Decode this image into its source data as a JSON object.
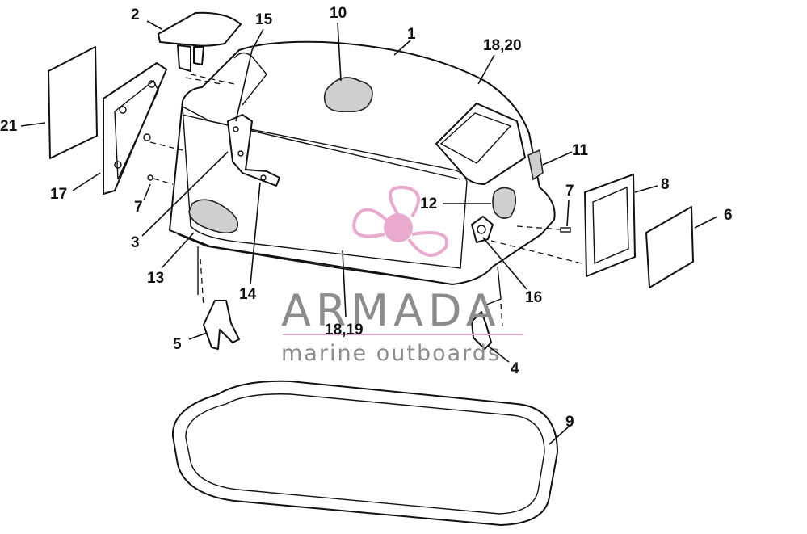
{
  "diagram": {
    "part_labels": {
      "p1": "1",
      "p2": "2",
      "p3": "3",
      "p4": "4",
      "p5": "5",
      "p6": "6",
      "p7a": "7",
      "p7b": "7",
      "p8": "8",
      "p9": "9",
      "p10": "10",
      "p11": "11",
      "p12": "12",
      "p13": "13",
      "p14": "14",
      "p15": "15",
      "p16": "16",
      "p17": "17",
      "p18_19": "18,19",
      "p18_20": "18,20",
      "p21": "21"
    }
  },
  "watermark": {
    "brand": "ARMADA",
    "tagline": "marine outboards",
    "logo_color": "#e8a6cc",
    "text_color": "#8c8c8c"
  }
}
